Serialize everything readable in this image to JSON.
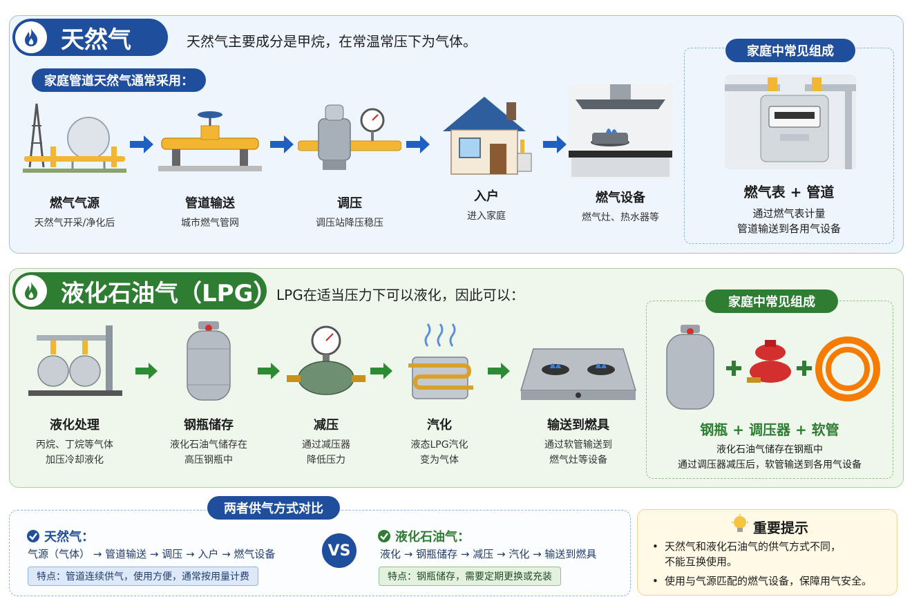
{
  "natural_gas": {
    "title": "天然气",
    "lead": "天然气主要成分是甲烷，在常温常压下为气体。",
    "subtitle": "家庭管道天然气通常采用：",
    "steps": [
      {
        "title": "燃气气源",
        "desc": "天然气开采/净化后"
      },
      {
        "title": "管道输送",
        "desc": "城市燃气管网"
      },
      {
        "title": "调压",
        "desc": "调压站降压稳压"
      },
      {
        "title": "入户",
        "desc": "进入家庭"
      },
      {
        "title": "燃气设备",
        "desc": "燃气灶、热水器等"
      }
    ],
    "home": {
      "pill": "家庭中常见组成",
      "combo": "燃气表 + 管道",
      "desc_line1": "通过燃气表计量",
      "desc_line2": "管道输送到各用气设备"
    }
  },
  "lpg": {
    "title": "液化石油气（LPG）",
    "lead": "LPG在适当压力下可以液化，因此可以：",
    "steps": [
      {
        "title": "液化处理",
        "desc_line1": "丙烷、丁烷等气体",
        "desc_line2": "加压冷却液化"
      },
      {
        "title": "钢瓶储存",
        "desc_line1": "液化石油气储存在",
        "desc_line2": "高压钢瓶中"
      },
      {
        "title": "减压",
        "desc_line1": "通过减压器",
        "desc_line2": "降低压力"
      },
      {
        "title": "汽化",
        "desc_line1": "液态LPG汽化",
        "desc_line2": "变为气体"
      },
      {
        "title": "输送到燃具",
        "desc_line1": "通过软管输送到",
        "desc_line2": "燃气灶等设备"
      }
    ],
    "home": {
      "pill": "家庭中常见组成",
      "combo": "钢瓶 + 调压器 + 软管",
      "desc_line1": "液化石油气储存在钢瓶中",
      "desc_line2": "通过调压器减压后，软管输送到各用气设备"
    }
  },
  "comparison": {
    "title": "两者供气方式对比",
    "vs": "VS",
    "ng_label": "天然气：",
    "ng_flow": "气源（气体） → 管道输送 → 调压 → 入户 → 燃气设备",
    "ng_feature": "特点：管道连续供气，使用方便，通常按用量计费",
    "lpg_label": "液化石油气：",
    "lpg_flow": "液化 → 钢瓶储存 → 减压 → 汽化 → 输送到燃具",
    "lpg_feature": "特点：钢瓶储存，需要定期更换或充装"
  },
  "tips": {
    "title": "重要提示",
    "item1_line1": "天然气和液化石油气的供气方式不同，",
    "item1_line2": "不能互换使用。",
    "item2": "使用与气源匹配的燃气设备，保障用气安全。"
  },
  "icons": {
    "title_icon": "flame-icon",
    "flow_arrow": "right-arrow-icon",
    "check": "check-circle-icon",
    "tip": "lightbulb-icon",
    "plus": "plus-icon"
  },
  "colors": {
    "ng_primary": "#1f4f9c",
    "lpg_primary": "#2e7d32",
    "ng_bg": "#eef5fd",
    "lpg_bg": "#eff7ec",
    "tip_bg": "#fff9e6",
    "regulator_red": "#d32f2f",
    "hose_orange": "#f57c00",
    "pipe_yellow": "#f2b632"
  }
}
